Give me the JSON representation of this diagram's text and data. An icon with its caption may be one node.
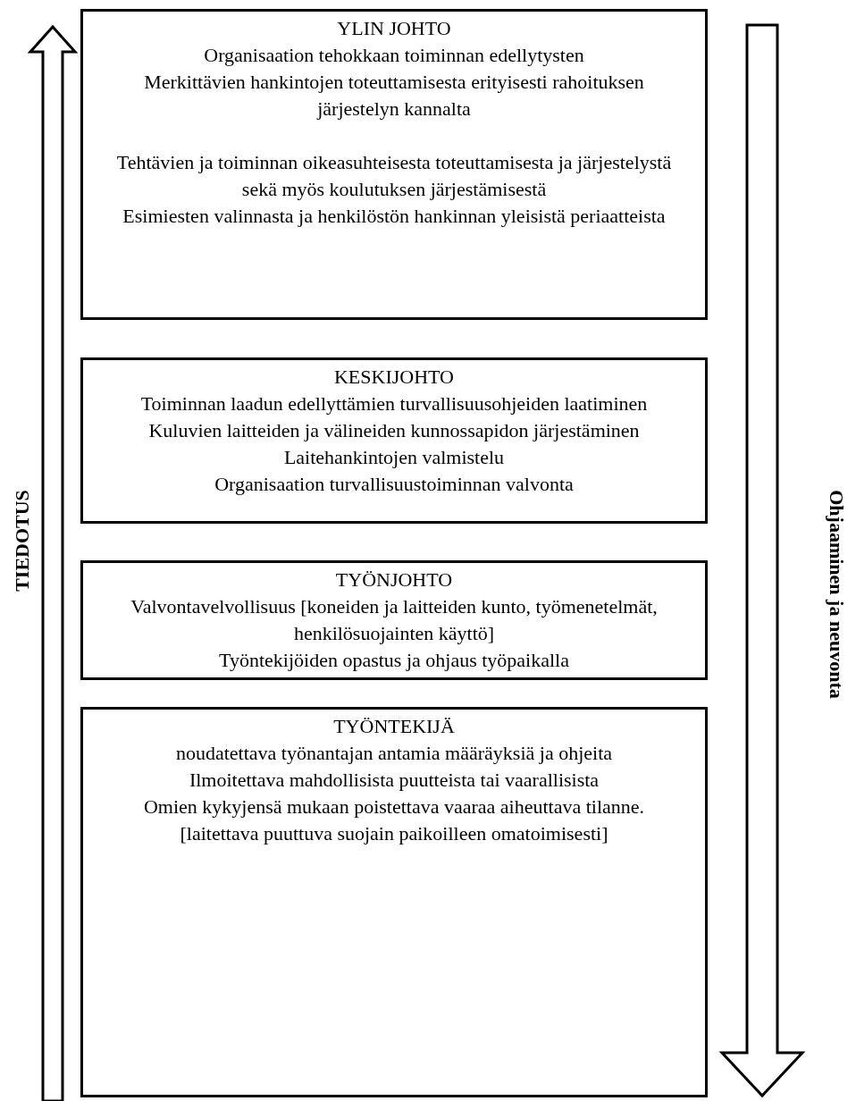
{
  "diagram": {
    "nodes": [
      {
        "text": [
          "YLIN JOHTO",
          "Organisaation tehokkaan toiminnan edellytysten",
          "Merkittävien hankintojen toteuttamisesta erityisesti rahoituksen järjestelyn kannalta",
          "Tehtävien ja toiminnan oikeasuhteisesta toteuttamisesta ja järjestelystä sekä myös koulutuksen järjestämisestä",
          "Esimiesten valinnasta ja henkilöstön hankinnan yleisistä periaatteista"
        ]
      },
      {
        "text": [
          "KESKIJOHTO",
          "Toiminnan laadun edellyttämien turvallisuusohjeiden laatiminen",
          "Kuluvien laitteiden ja välineiden kunnossapidon järjestäminen",
          "Laitehankintojen valmistelu",
          "Organisaation turvallisuustoiminnan valvonta"
        ]
      },
      {
        "text": [
          "TYÖNJOHTO",
          "Valvontavelvollisuus [koneiden ja laitteiden kunto, työmenetelmät, henkilösuojainten käyttö]",
          "Työntekijöiden opastus ja ohjaus työpaikalla"
        ]
      },
      {
        "text": [
          "TYÖNTEKIJÄ",
          "noudatettava työnantajan antamia määräyksiä ja ohjeita",
          "Ilmoitettava mahdollisista puutteista tai vaarallisista",
          "Omien kykyjensä mukaan poistettava vaaraa aiheuttava tilanne. [laitettava puuttuva suojain paikoilleen omatoimisesti]"
        ]
      }
    ],
    "labels": [
      "TIEDOTUS",
      "Ohjaaminen ja neuvonta"
    ]
  }
}
